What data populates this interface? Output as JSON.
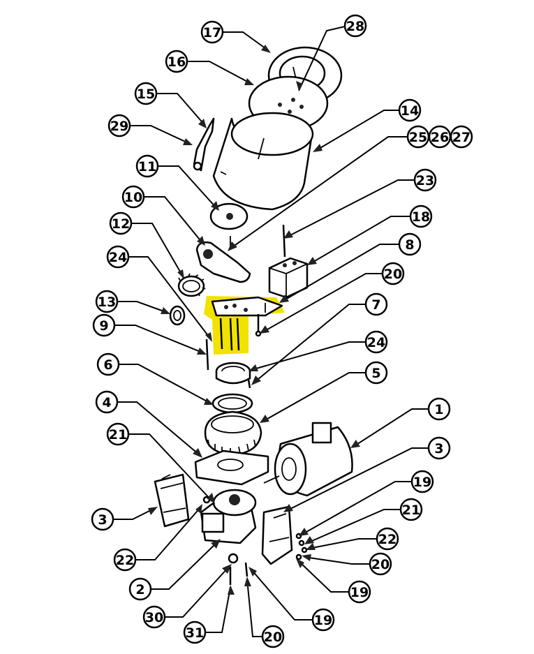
{
  "diagram": {
    "highlight_color": "#f2e200",
    "callouts": [
      {
        "id": "c28",
        "label": "28"
      },
      {
        "id": "c17",
        "label": "17"
      },
      {
        "id": "c16",
        "label": "16"
      },
      {
        "id": "c15",
        "label": "15"
      },
      {
        "id": "c14",
        "label": "14"
      },
      {
        "id": "c29",
        "label": "29"
      },
      {
        "id": "c25",
        "label": "25"
      },
      {
        "id": "c26",
        "label": "26"
      },
      {
        "id": "c27",
        "label": "27"
      },
      {
        "id": "c11",
        "label": "11"
      },
      {
        "id": "c23",
        "label": "23"
      },
      {
        "id": "c10",
        "label": "10"
      },
      {
        "id": "c18",
        "label": "18"
      },
      {
        "id": "c12",
        "label": "12"
      },
      {
        "id": "c8",
        "label": "8"
      },
      {
        "id": "c24a",
        "label": "24"
      },
      {
        "id": "c20a",
        "label": "20"
      },
      {
        "id": "c13",
        "label": "13"
      },
      {
        "id": "c7",
        "label": "7"
      },
      {
        "id": "c9",
        "label": "9"
      },
      {
        "id": "c24b",
        "label": "24"
      },
      {
        "id": "c6",
        "label": "6"
      },
      {
        "id": "c5",
        "label": "5"
      },
      {
        "id": "c4",
        "label": "4"
      },
      {
        "id": "c1",
        "label": "1"
      },
      {
        "id": "c21a",
        "label": "21"
      },
      {
        "id": "c3a",
        "label": "3"
      },
      {
        "id": "c19a",
        "label": "19"
      },
      {
        "id": "c3b",
        "label": "3"
      },
      {
        "id": "c21b",
        "label": "21"
      },
      {
        "id": "c22a",
        "label": "22"
      },
      {
        "id": "c22b",
        "label": "22"
      },
      {
        "id": "c20b",
        "label": "20"
      },
      {
        "id": "c2",
        "label": "2"
      },
      {
        "id": "c19b",
        "label": "19"
      },
      {
        "id": "c30",
        "label": "30"
      },
      {
        "id": "c19c",
        "label": "19"
      },
      {
        "id": "c31",
        "label": "31"
      },
      {
        "id": "c20c",
        "label": "20"
      }
    ]
  }
}
